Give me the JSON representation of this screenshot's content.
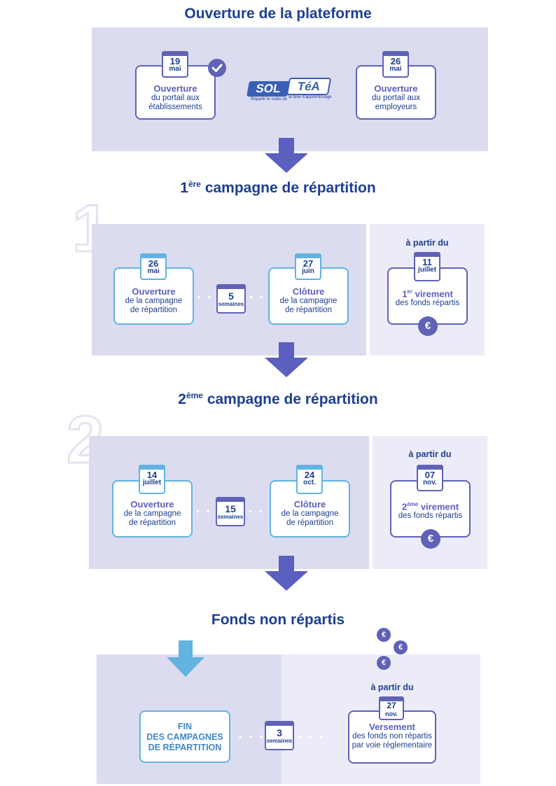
{
  "sections": {
    "s1": {
      "title": "Ouverture de la plateforme"
    },
    "s2": {
      "title_num": "1",
      "title_sup": "ère",
      "title_rest": " campagne de répartition",
      "big_number": "1"
    },
    "s3": {
      "title_num": "2",
      "title_sup": "ème",
      "title_rest": " campagne de répartition",
      "big_number": "2"
    },
    "s4": {
      "title": "Fonds non répartis"
    }
  },
  "platform": {
    "left": {
      "day": "19",
      "month": "mai",
      "label": "Ouverture",
      "sub1": "du portail aux",
      "sub2": "établissements"
    },
    "right": {
      "day": "26",
      "month": "mai",
      "label": "Ouverture",
      "sub1": "du portail aux",
      "sub2": "employeurs"
    },
    "logo": {
      "sol": "SOL",
      "tea": "TéA",
      "tag1": "Répartir le solde de",
      "tag2": "la taxe d'apprentissage"
    }
  },
  "campaign1": {
    "open": {
      "day": "26",
      "month": "mai",
      "label": "Ouverture",
      "sub1": "de la campagne",
      "sub2": "de répartition"
    },
    "weeks": {
      "n": "5",
      "unit": "semaines"
    },
    "close": {
      "day": "27",
      "month": "juin",
      "label": "Clôture",
      "sub1": "de la campagne",
      "sub2": "de répartition"
    },
    "transfer": {
      "from": "à partir du",
      "day": "11",
      "month": "juillet",
      "num": "1",
      "sup": "er",
      "label": " virement",
      "sub1": "des fonds répartis",
      "euro": "€"
    }
  },
  "campaign2": {
    "open": {
      "day": "14",
      "month": "juillet",
      "label": "Ouverture",
      "sub1": "de la campagne",
      "sub2": "de répartition"
    },
    "weeks": {
      "n": "15",
      "unit": "semaines"
    },
    "close": {
      "day": "24",
      "month": "oct.",
      "label": "Clôture",
      "sub1": "de la campagne",
      "sub2": "de répartition"
    },
    "transfer": {
      "from": "à partir du",
      "day": "07",
      "month": "nov.",
      "num": "2",
      "sup": "ème",
      "label": " virement",
      "sub1": "des fonds répartis",
      "euro": "€"
    }
  },
  "unallocated": {
    "end": {
      "line1": "FIN",
      "line2": "DES CAMPAGNES",
      "line3": "DE RÉPARTITION"
    },
    "weeks": {
      "n": "3",
      "unit": "semaines"
    },
    "transfer": {
      "from": "à partir du",
      "day": "27",
      "month": "nov.",
      "label": "Versement",
      "sub1": "des fonds non répartis",
      "sub2": "par voie réglementaire"
    },
    "coin": "€"
  },
  "colors": {
    "panel_dark": "#dcdcf0",
    "panel_light": "#ececf8",
    "accent": "#5f62b6",
    "cyan": "#62b3e0",
    "navy": "#1d3f8f"
  }
}
